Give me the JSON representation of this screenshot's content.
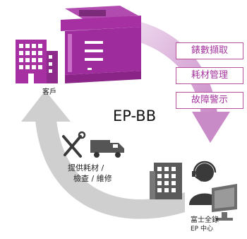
{
  "title": "EP-BB",
  "customer_label": "客戶",
  "center_label_line1": "富士全錄",
  "center_label_line2": "EP 中心",
  "services_label_line1": "提供耗材 /",
  "services_label_line2": "檢查 / 維修",
  "service_boxes": [
    "錶數擷取",
    "耗材管理",
    "故障警示"
  ],
  "colors": {
    "magenta": "#a62fa2",
    "magenta_light": "#c98ac8",
    "gray_arrow": "#cfcfd0",
    "dark_icon": "#3a3a3a",
    "gray_icon": "#7a7a7a"
  },
  "icons": [
    "office-building-icon",
    "printer-icon",
    "tools-icon",
    "truck-icon",
    "call-center-agent-icon",
    "computer-monitor-icon"
  ]
}
